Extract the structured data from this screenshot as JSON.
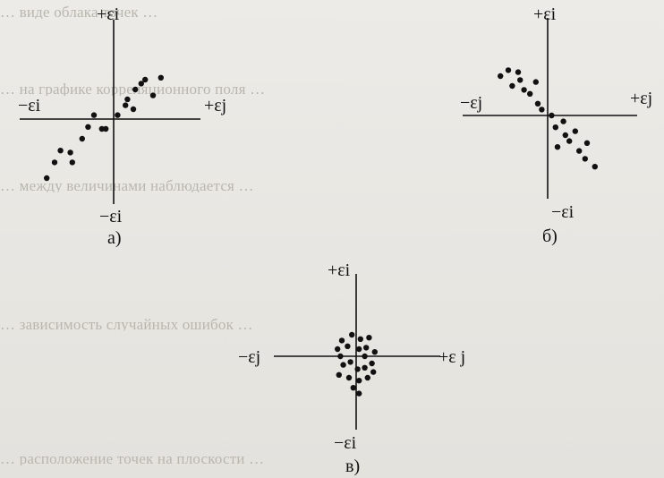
{
  "background_text": [
    "… виде облака точек …",
    "… на графике корреляционного поля …",
    "… между величинами наблюдается …",
    "… зависимость случайных ошибок …",
    "… расположение точек на плоскости …"
  ],
  "figure": {
    "panels": [
      {
        "id": "a",
        "caption": "а)",
        "axis_labels": {
          "top": "+εi",
          "bottom": "−εi",
          "left": "−εi",
          "right": "+εj"
        },
        "trend": "positive correlation",
        "points": [
          [
            -3.4,
            -3.0
          ],
          [
            -3.0,
            -2.2
          ],
          [
            -2.7,
            -1.6
          ],
          [
            -2.2,
            -1.7
          ],
          [
            -2.1,
            -2.2
          ],
          [
            -1.6,
            -1.0
          ],
          [
            -1.3,
            -0.4
          ],
          [
            -1.0,
            0.2
          ],
          [
            -0.6,
            -0.5
          ],
          [
            -0.4,
            -0.5
          ],
          [
            0.2,
            0.2
          ],
          [
            0.6,
            0.7
          ],
          [
            0.7,
            1.0
          ],
          [
            1.0,
            0.5
          ],
          [
            1.1,
            1.5
          ],
          [
            1.4,
            1.8
          ],
          [
            1.6,
            2.0
          ],
          [
            2.0,
            1.2
          ],
          [
            2.4,
            2.1
          ]
        ]
      },
      {
        "id": "b",
        "caption": "б)",
        "axis_labels": {
          "top": "+εi",
          "bottom": "−εi",
          "left": "−εj",
          "right": "+εj"
        },
        "trend": "negative correlation",
        "points": [
          [
            -2.4,
            2.0
          ],
          [
            -2.0,
            2.3
          ],
          [
            -1.8,
            1.5
          ],
          [
            -1.5,
            2.2
          ],
          [
            -1.4,
            1.8
          ],
          [
            -1.2,
            1.3
          ],
          [
            -0.9,
            1.1
          ],
          [
            -0.6,
            1.7
          ],
          [
            -0.5,
            0.6
          ],
          [
            -0.3,
            0.3
          ],
          [
            0.2,
            0.0
          ],
          [
            0.4,
            -0.6
          ],
          [
            0.8,
            -0.3
          ],
          [
            0.9,
            -1.0
          ],
          [
            1.1,
            -1.3
          ],
          [
            1.4,
            -0.8
          ],
          [
            1.6,
            -1.8
          ],
          [
            1.9,
            -2.2
          ],
          [
            2.0,
            -1.4
          ],
          [
            2.4,
            -2.6
          ],
          [
            0.5,
            -1.6
          ]
        ]
      },
      {
        "id": "c",
        "caption": "в)",
        "axis_labels": {
          "top": "+εi",
          "bottom": "−εi",
          "left": "−εj",
          "right": "+ε j"
        },
        "trend": "no correlation",
        "points": [
          [
            -1.0,
            1.1
          ],
          [
            -0.3,
            1.5
          ],
          [
            0.3,
            1.2
          ],
          [
            0.9,
            1.3
          ],
          [
            -1.3,
            0.5
          ],
          [
            -0.6,
            0.7
          ],
          [
            0.2,
            0.5
          ],
          [
            0.7,
            0.6
          ],
          [
            1.3,
            0.3
          ],
          [
            -1.1,
            0.0
          ],
          [
            0.6,
            0.0
          ],
          [
            1.1,
            -0.5
          ],
          [
            -0.9,
            -0.6
          ],
          [
            -0.4,
            -0.4
          ],
          [
            0.1,
            -0.9
          ],
          [
            0.6,
            -0.8
          ],
          [
            1.2,
            -1.1
          ],
          [
            -1.2,
            -1.3
          ],
          [
            -0.5,
            -1.5
          ],
          [
            0.2,
            -1.7
          ],
          [
            0.8,
            -1.5
          ],
          [
            -0.2,
            -2.2
          ],
          [
            0.2,
            -2.6
          ]
        ]
      }
    ]
  }
}
